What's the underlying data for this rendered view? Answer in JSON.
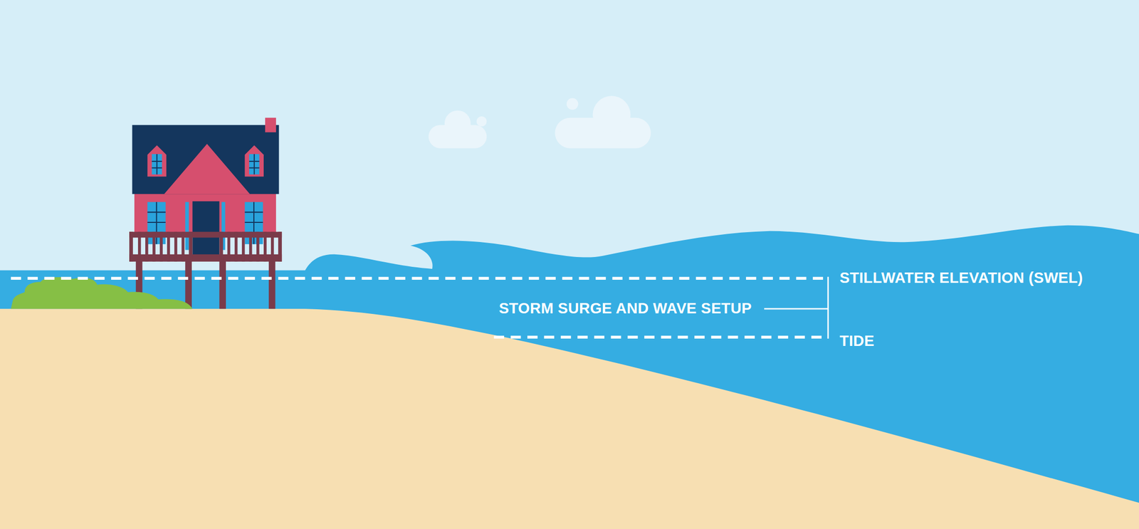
{
  "diagram": {
    "labels": [
      "STILLWATER ELEVATION (SWEL)",
      "STORM SURGE AND WAVE SETUP",
      "TIDE"
    ]
  }
}
